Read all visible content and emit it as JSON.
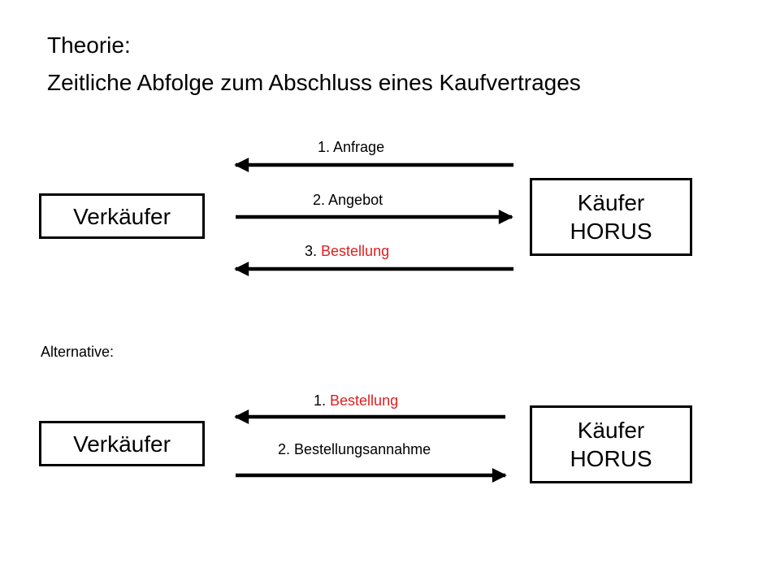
{
  "title": {
    "line1": "Theorie:",
    "line2": "Zeitliche Abfolge zum Abschluss eines Kaufvertrages"
  },
  "diagram1": {
    "seller": "Verkäufer",
    "buyer_line1": "Käufer",
    "buyer_line2": "HORUS",
    "messages": [
      {
        "number": "1.",
        "label": "Anfrage",
        "direction": "buyer-to-seller",
        "highlight": false
      },
      {
        "number": "2.",
        "label": "Angebot",
        "direction": "seller-to-buyer",
        "highlight": false
      },
      {
        "number": "3.",
        "label": "Bestellung",
        "direction": "buyer-to-seller",
        "highlight": true
      }
    ]
  },
  "alternative_label": "Alternative:",
  "diagram2": {
    "seller": "Verkäufer",
    "buyer_line1": "Käufer",
    "buyer_line2": "HORUS",
    "messages": [
      {
        "number": "1.",
        "label": "Bestellung",
        "direction": "buyer-to-seller",
        "highlight": true
      },
      {
        "number": "2.",
        "label": "Bestellungsannahme",
        "direction": "seller-to-buyer",
        "highlight": false
      }
    ]
  },
  "colors": {
    "text": "#000000",
    "highlight": "#e02020",
    "background": "#ffffff"
  }
}
